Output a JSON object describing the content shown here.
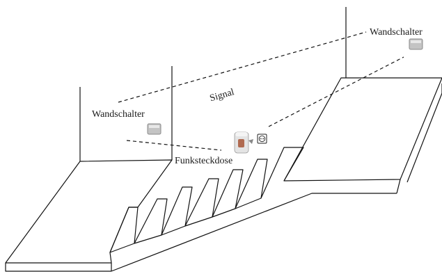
{
  "labels": {
    "switch_left": "Wandschalter",
    "switch_right": "Wandschalter",
    "signal": "Signal",
    "socket": "Funksteckdose"
  },
  "colors": {
    "stroke": "#111111",
    "switch_fill": "#bdbdbd",
    "plug_body": "#e6e6e6",
    "plug_accent": "#b06a50"
  },
  "icons": {
    "switch_left": "wall-switch-icon",
    "switch_right": "wall-switch-icon",
    "plug": "radio-socket-plug-icon",
    "outlet": "power-outlet-icon"
  }
}
